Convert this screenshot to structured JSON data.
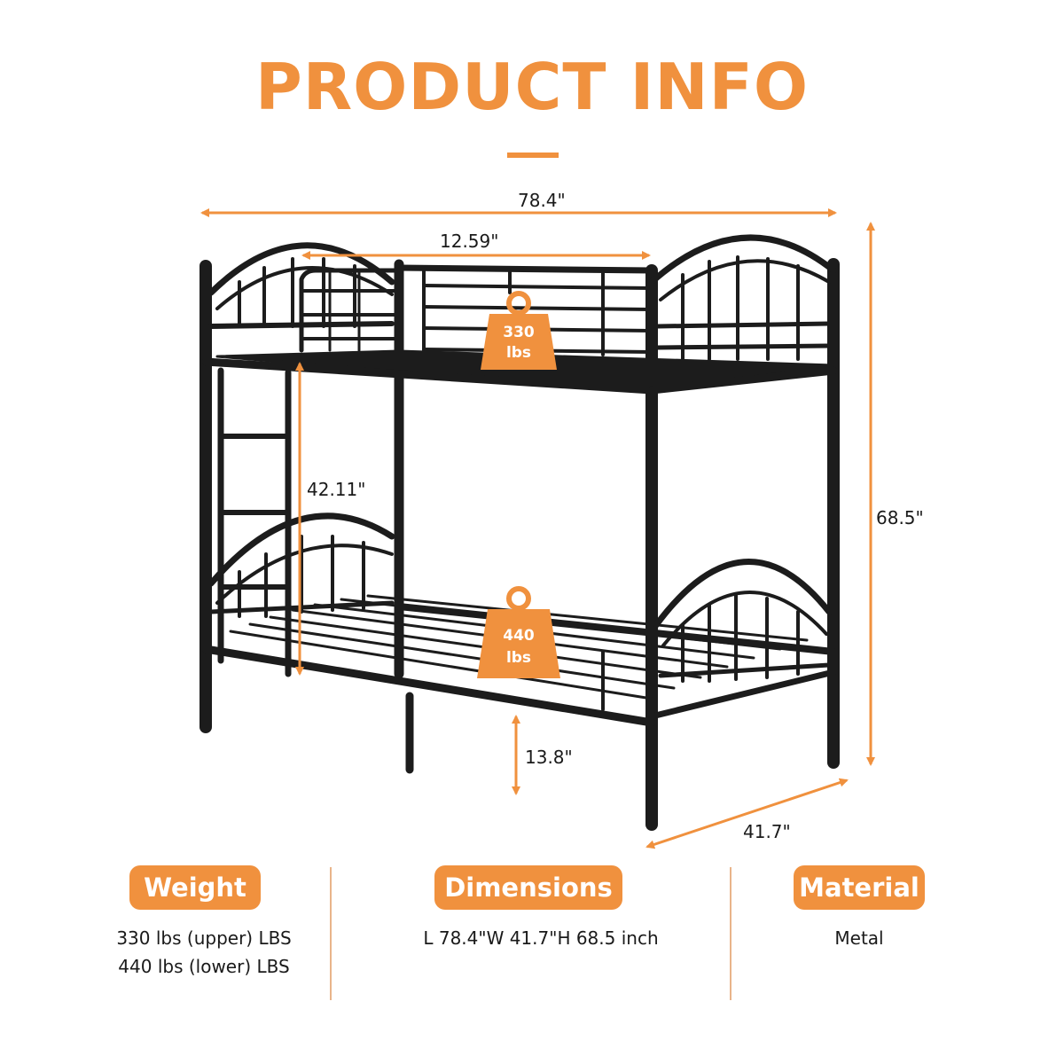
{
  "header": {
    "title": "PRODUCT INFO"
  },
  "dimensions": {
    "length": "78.4\"",
    "upper_rail_length": "12.59\"",
    "bunk_spacing": "42.11\"",
    "height": "68.5\"",
    "ground_clearance": "13.8\"",
    "width": "41.7\""
  },
  "weights": {
    "upper": {
      "value": "330",
      "unit": "lbs"
    },
    "lower": {
      "value": "440",
      "unit": "lbs"
    }
  },
  "info": {
    "weight": {
      "label": "Weight",
      "line1": "330 lbs (upper) LBS",
      "line2": "440 lbs (lower)  LBS"
    },
    "dimensions": {
      "label": "Dimensions",
      "line1": "L 78.4\"W 41.7\"H 68.5 inch"
    },
    "material": {
      "label": "Material",
      "line1": "Metal"
    }
  },
  "colors": {
    "accent": "#f0913e",
    "frame": "#1c1c1c",
    "text": "#1a1a1a"
  },
  "icons": [
    "weight-icon",
    "arrow-icon"
  ]
}
